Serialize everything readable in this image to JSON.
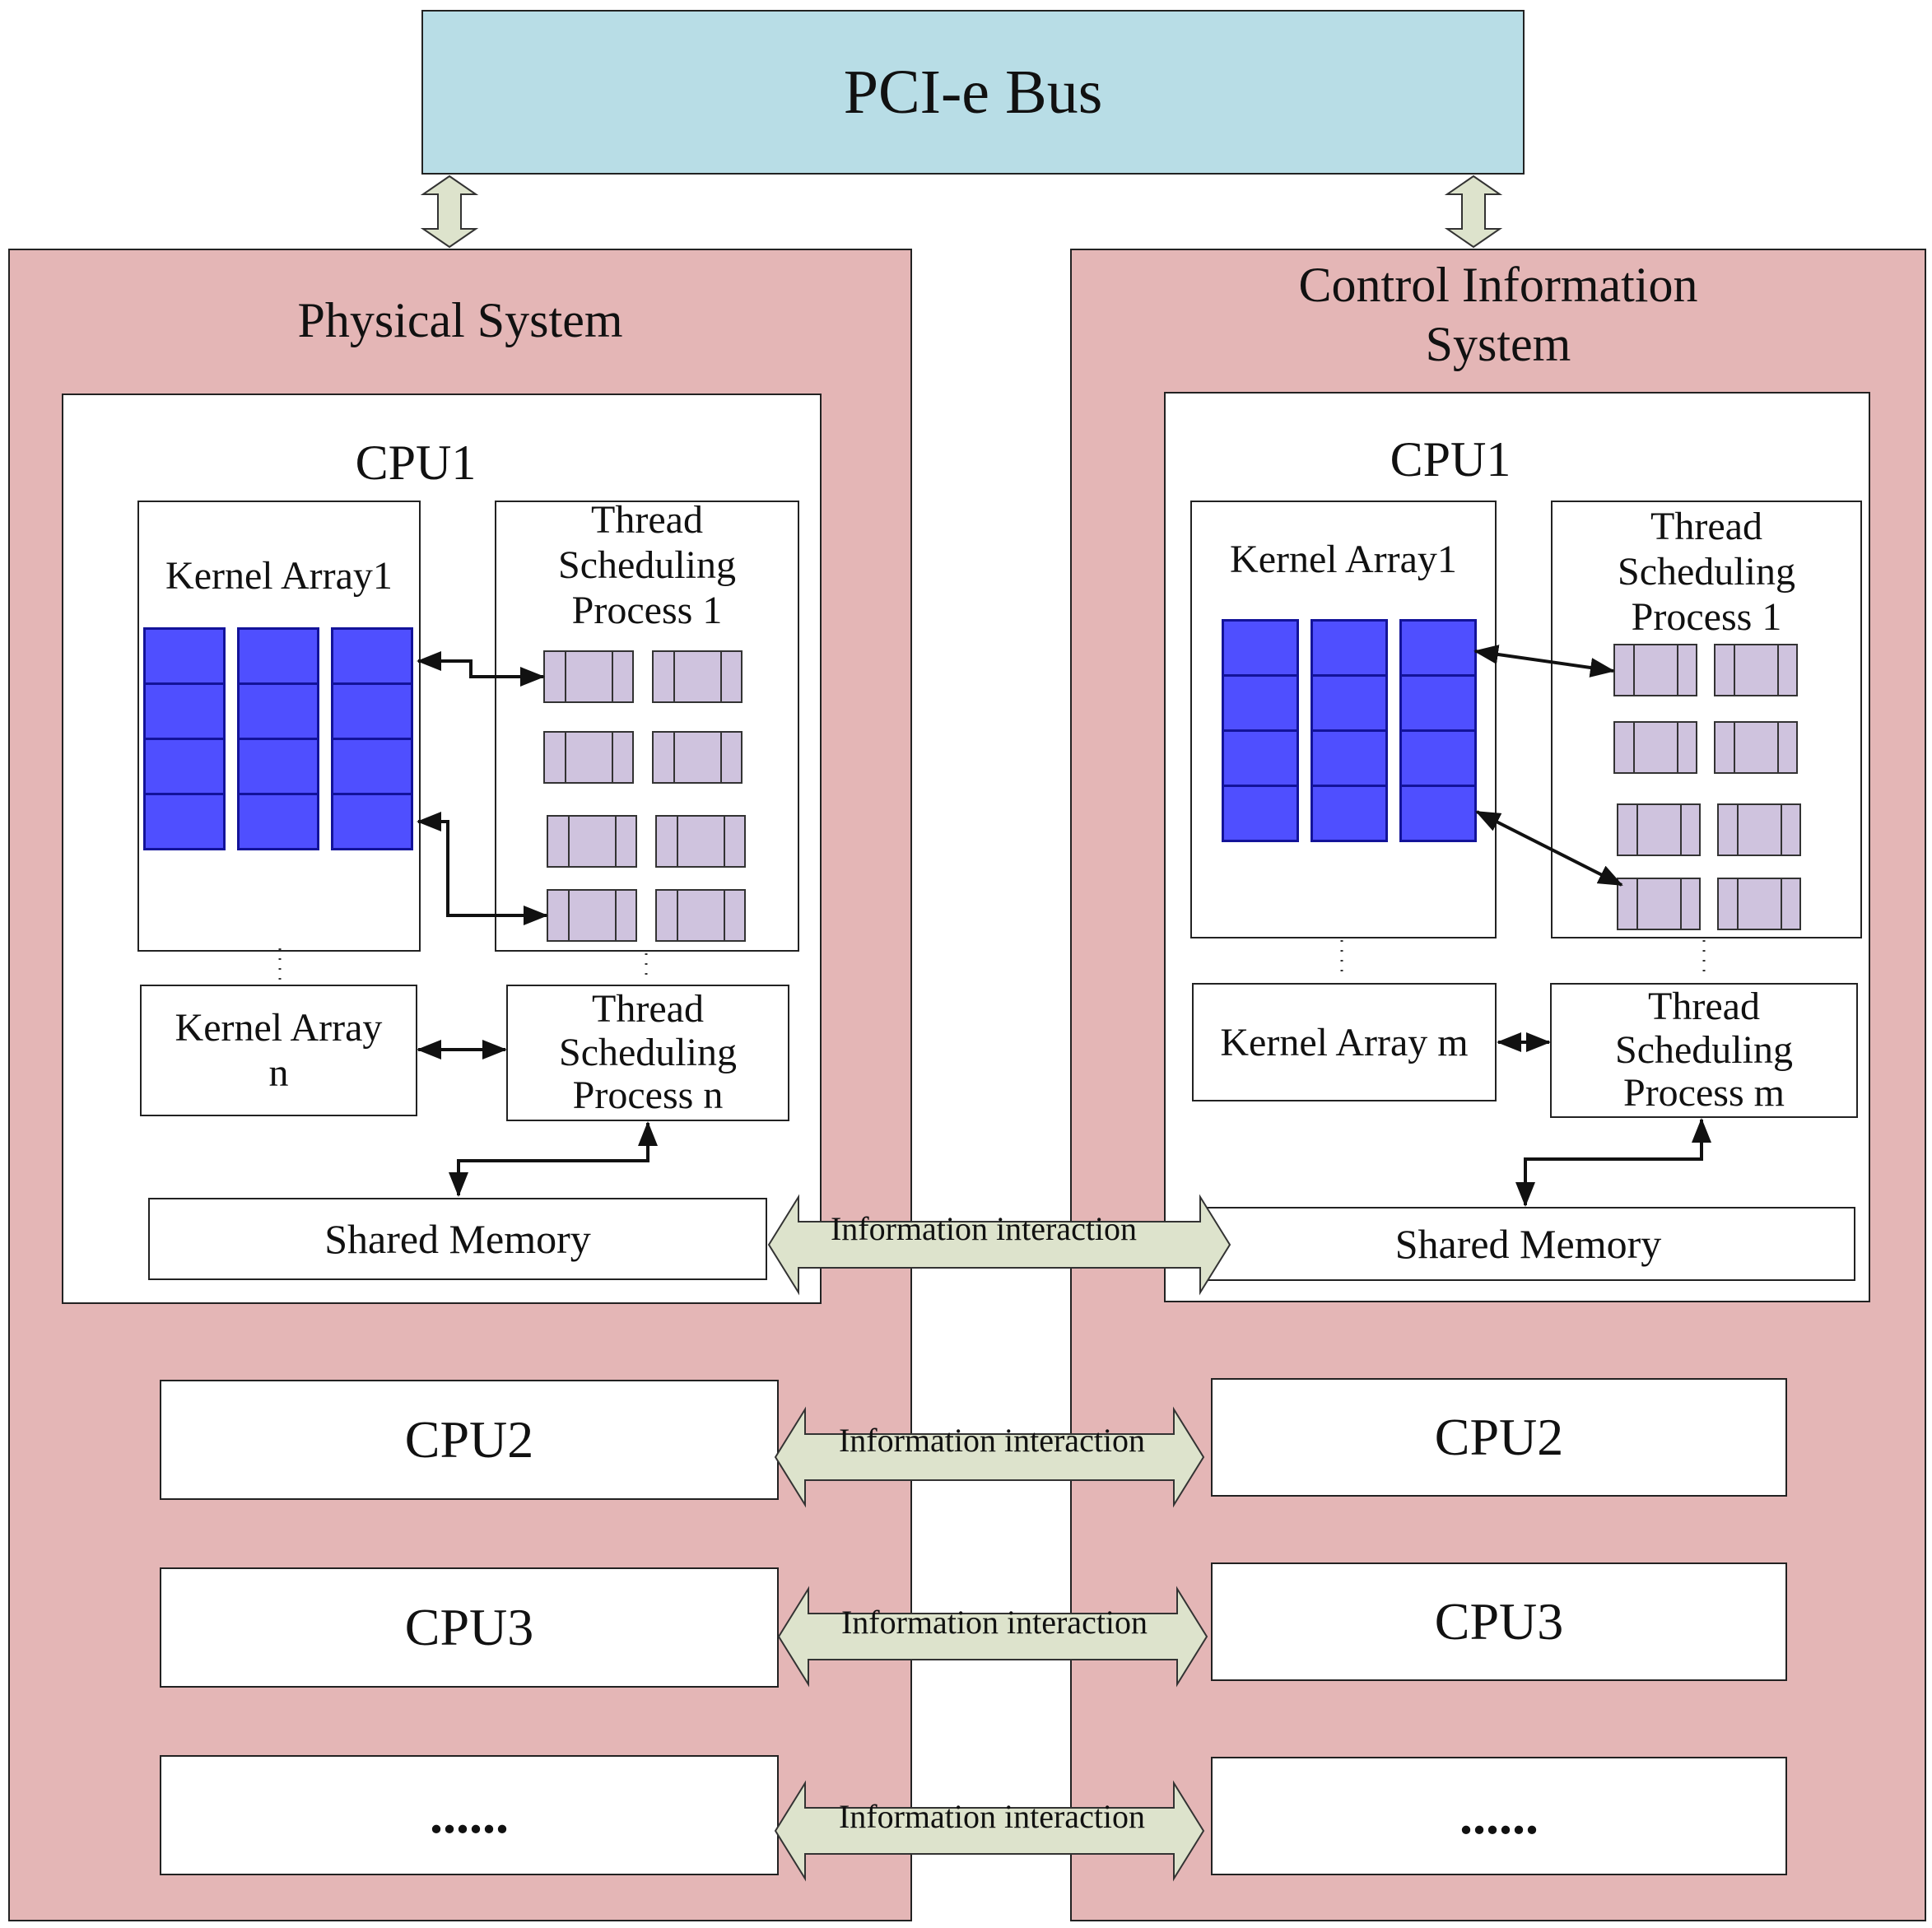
{
  "bus": {
    "label": "PCI-e Bus"
  },
  "left": {
    "title": "Physical System",
    "cpu1": {
      "title": "CPU1",
      "kernel_array_1": "Kernel Array1",
      "thread_process_1": [
        "Thread",
        "Scheduling",
        "Process 1"
      ],
      "kernel_array_n": [
        "Kernel Array",
        "n"
      ],
      "thread_process_n": [
        "Thread",
        "Scheduling",
        "Process n"
      ],
      "shared_memory": "Shared Memory"
    },
    "cpus": [
      "CPU2",
      "CPU3",
      "......"
    ]
  },
  "right": {
    "title": [
      "Control Information",
      "System"
    ],
    "cpu1": {
      "title": "CPU1",
      "kernel_array_1": "Kernel Array1",
      "thread_process_1": [
        "Thread",
        "Scheduling",
        "Process 1"
      ],
      "kernel_array_m": "Kernel Array m",
      "thread_process_m": [
        "Thread",
        "Scheduling",
        "Process m"
      ],
      "shared_memory": "Shared Memory"
    },
    "cpus": [
      "CPU2",
      "CPU3",
      "......"
    ]
  },
  "interaction_label": "Information interaction",
  "colors": {
    "system_bg": "#e4b6b6",
    "bus_bg": "#b8dde6",
    "kernel_cell": "#4f4fff",
    "thread_cell": "#cfc3de",
    "arrow_fill": "#dde3cc"
  }
}
